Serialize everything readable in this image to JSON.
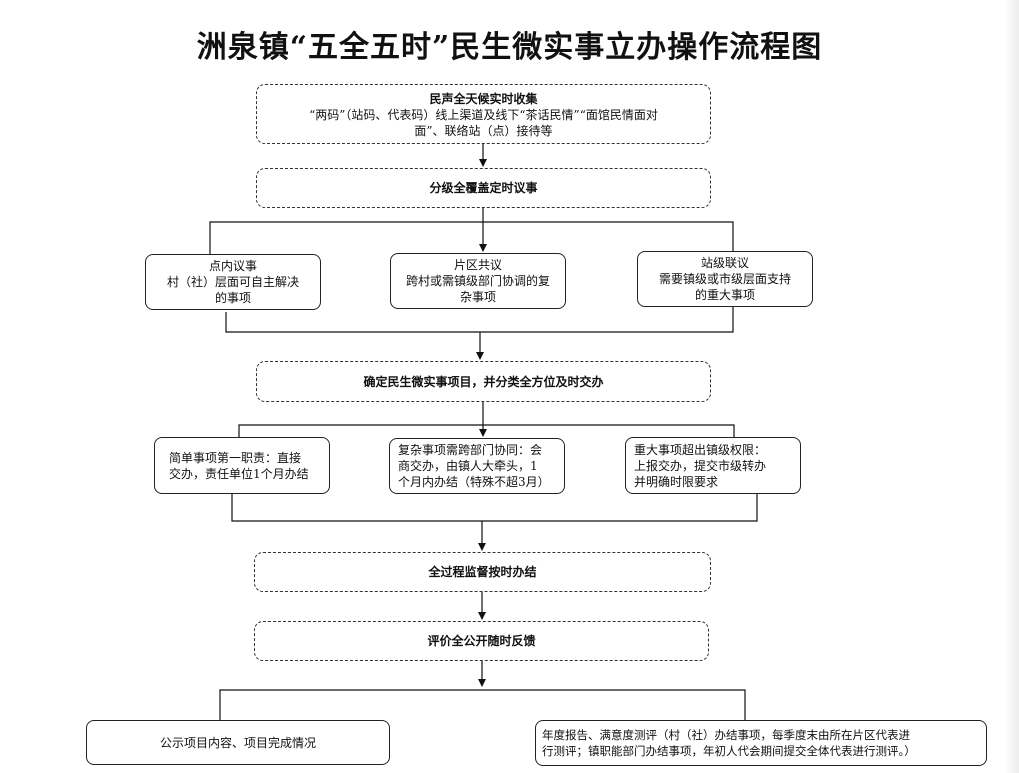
{
  "title": "洲泉镇“五全五时”民生微实事立办操作流程图",
  "collect": {
    "heading": "民声全天候实时收集",
    "lines": [
      "“两码”（站码、代表码）线上渠道及线下“茶话民情”“面馆民情面对",
      "面”、联络站（点）接待等"
    ]
  },
  "discuss": {
    "label": "分级全覆盖定时议事"
  },
  "discuss_branches": [
    {
      "lines": [
        "点内议事",
        "村（社）层面可自主解决",
        "的事项"
      ]
    },
    {
      "lines": [
        "片区共议",
        "跨村或需镇级部门协调的复",
        "杂事项"
      ]
    },
    {
      "lines": [
        "站级联议",
        "需要镇级或市级层面支持",
        "的重大事项"
      ]
    }
  ],
  "confirm": {
    "label": "确定民生微实事项目，并分类全方位及时交办"
  },
  "assign_branches": [
    {
      "lines": [
        "简单事项第一职责：直接",
        "交办，责任单位1个月办结"
      ]
    },
    {
      "lines": [
        "复杂事项需跨部门协同：会",
        "商交办，由镇人大牵头，1",
        "个月内办结（特殊不超3月）"
      ]
    },
    {
      "lines": [
        "重大事项超出镇级权限：",
        "上报交办，提交市级转办",
        "并明确时限要求"
      ]
    }
  ],
  "supervise": {
    "label": "全过程监督按时办结"
  },
  "evaluate": {
    "label": "评价全公开随时反馈"
  },
  "feedback_branches": [
    {
      "lines": [
        "公示项目内容、项目完成情况"
      ]
    },
    {
      "lines": [
        "年度报告、满意度测评（村（社）办结事项，每季度末由所在片区代表进",
        "行测评；镇职能部门办结事项，年初人代会期间提交全体代表进行测评。）"
      ]
    }
  ]
}
